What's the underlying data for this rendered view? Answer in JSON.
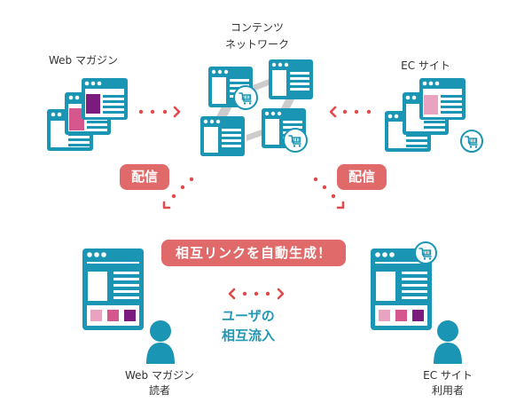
{
  "colors": {
    "teal": "#1a95b3",
    "red": "#e06a6a",
    "dot_red": "#e04a4a",
    "gray_link": "#cccccc",
    "pink_light": "#e8a3c0",
    "pink": "#d6568e",
    "purple": "#7b1b7e",
    "text": "#333333"
  },
  "nodes": {
    "web_magazine": {
      "label": "Web マガジン"
    },
    "content_network": {
      "label_line1": "コンテンツ",
      "label_line2": "ネットワーク"
    },
    "ec_site": {
      "label": "EC サイト"
    }
  },
  "badges": {
    "distribute_left": "配信",
    "distribute_right": "配信",
    "auto_link": "相互リンクを自動生成！"
  },
  "center": {
    "flow_line1": "ユーザの",
    "flow_line2": "相互流入"
  },
  "users": {
    "web_reader": {
      "line1": "Web マガジン",
      "line2": "読者"
    },
    "ec_user": {
      "line1": "EC サイト",
      "line2": "利用者"
    }
  },
  "icons": {
    "browser": "browser-window-icon",
    "cart": "shopping-cart-icon",
    "user": "user-icon",
    "arrow": "dotted-arrow-icon"
  }
}
